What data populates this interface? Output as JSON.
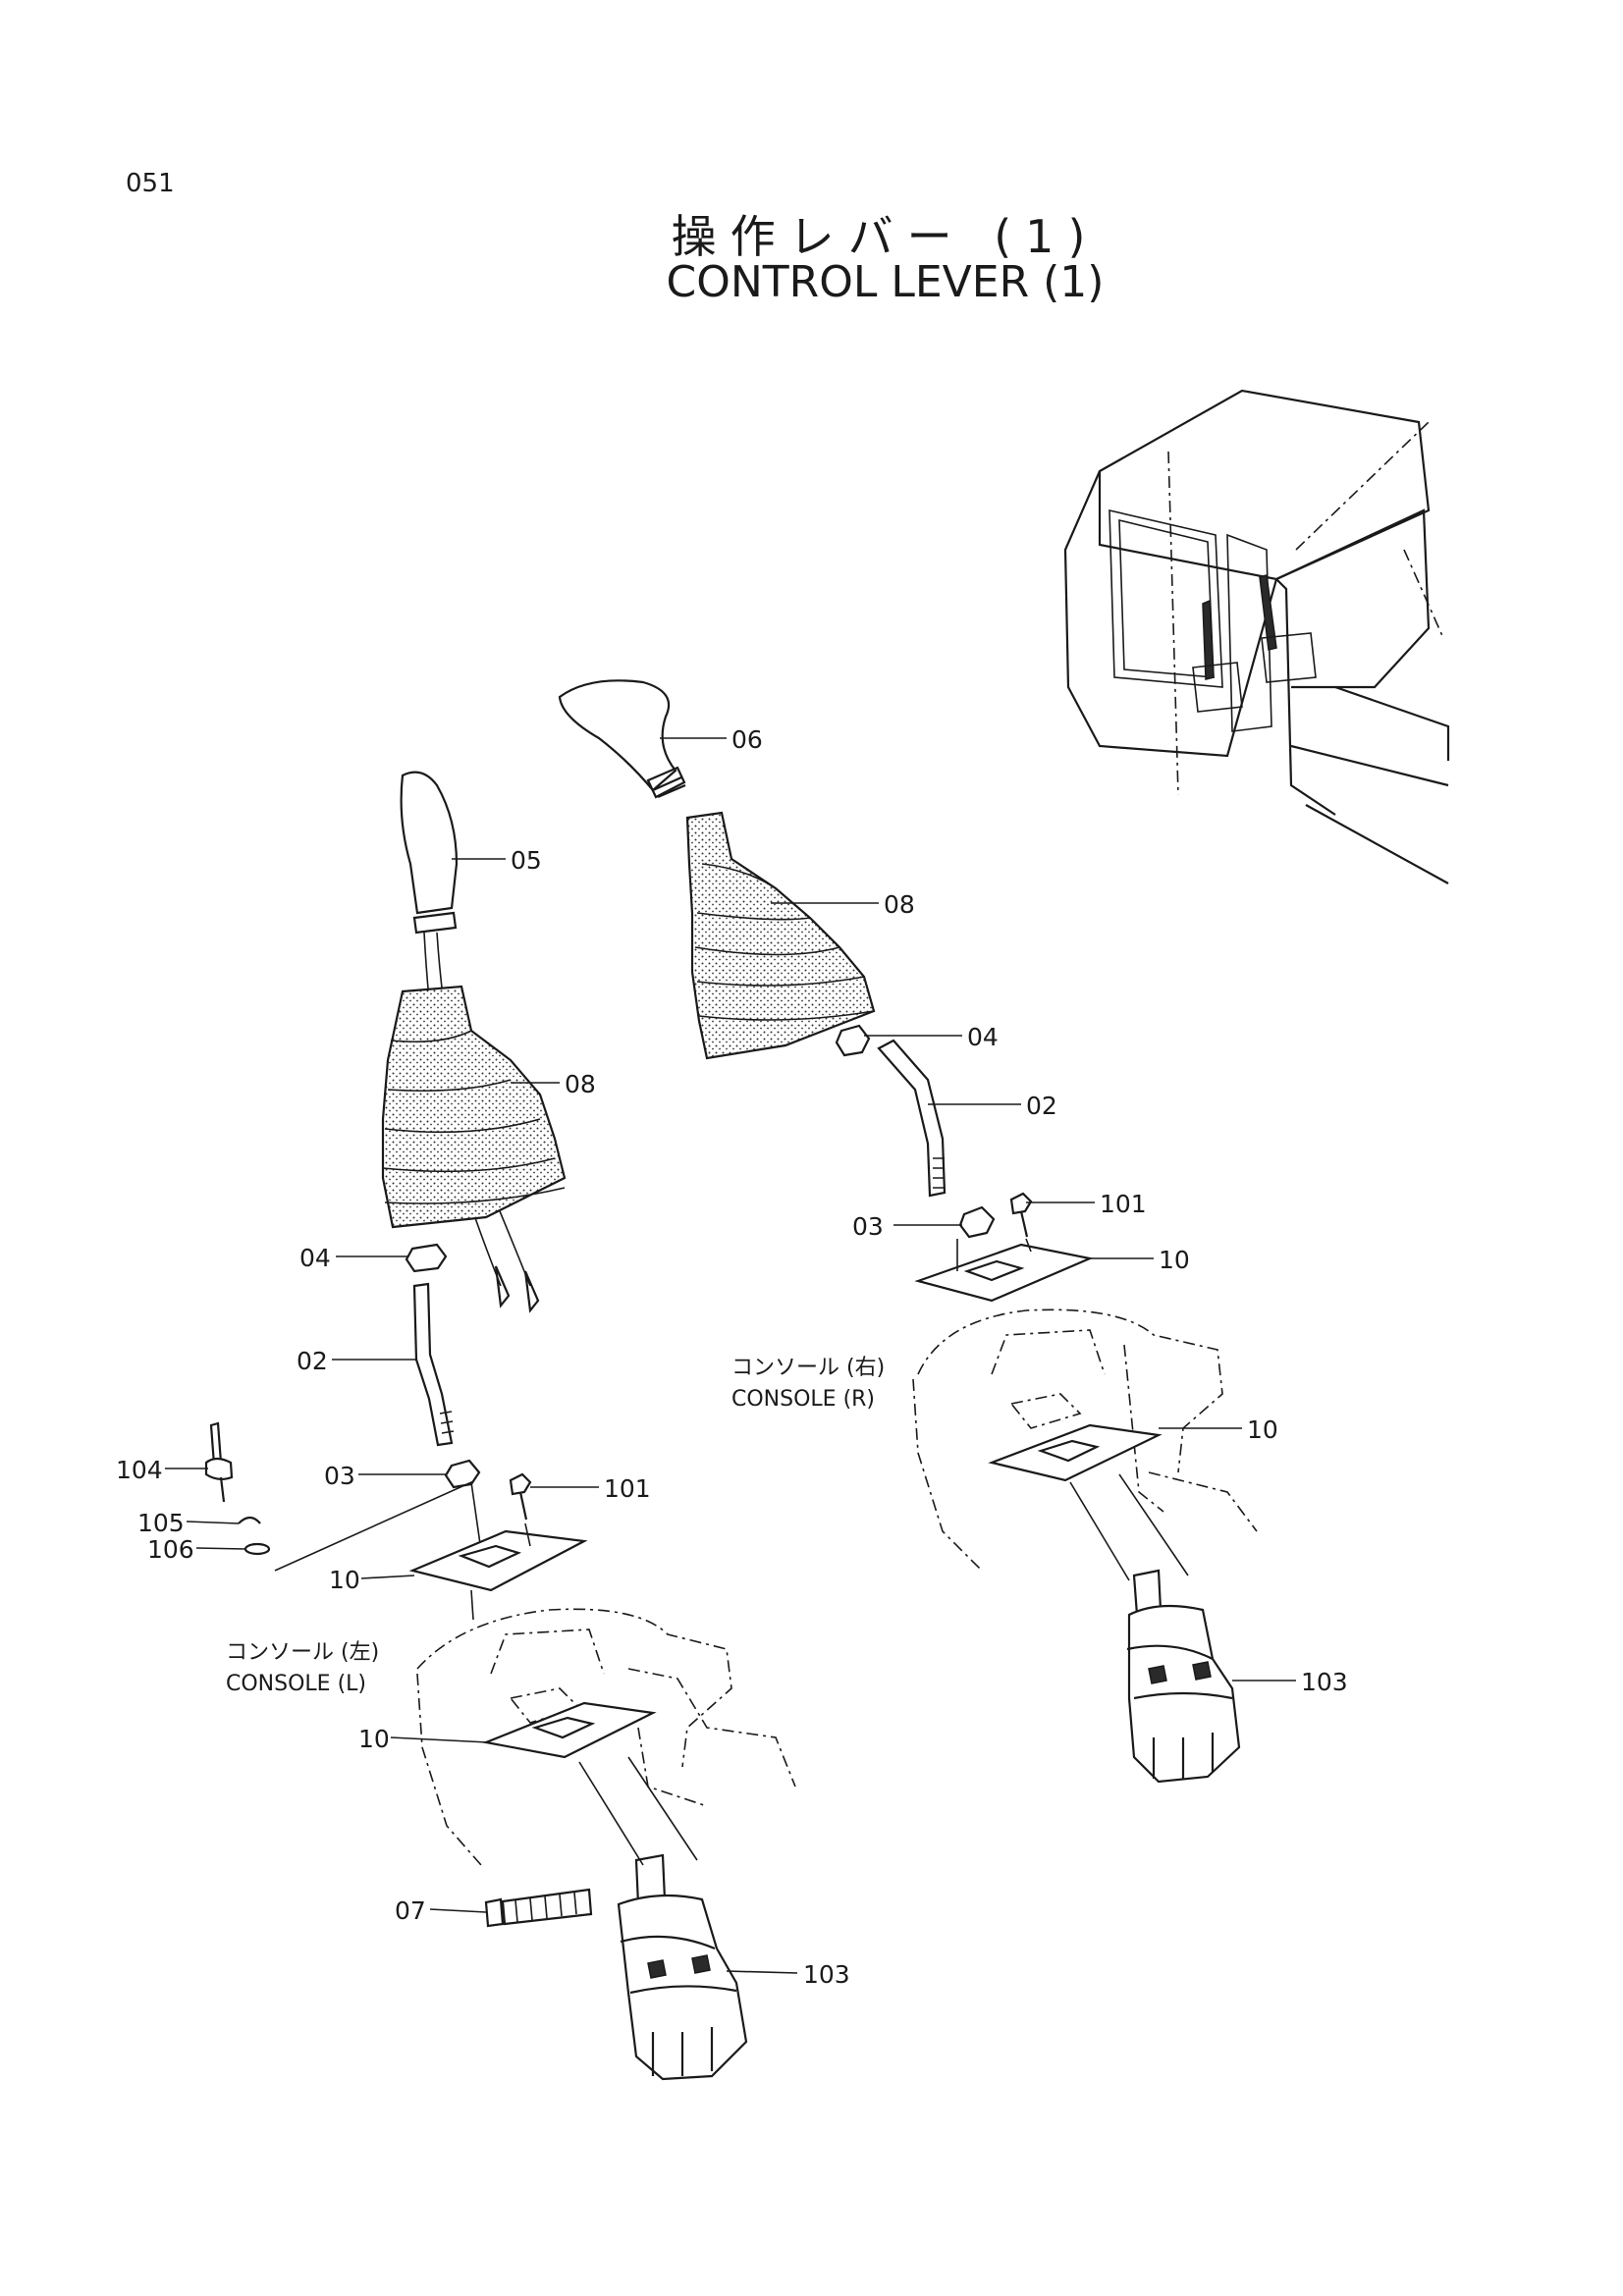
{
  "page_number": "051",
  "title": {
    "jp": "操作レバー (1)",
    "en": "CONTROL LEVER (1)"
  },
  "consoles": {
    "left": {
      "jp": "コンソール (左)",
      "en": "CONSOLE (L)"
    },
    "right": {
      "jp": "コンソール (右)",
      "en": "CONSOLE (R)"
    }
  },
  "callouts": {
    "l_05": "05",
    "l_08": "08",
    "l_04": "04",
    "l_02": "02",
    "l_03": "03",
    "l_101": "101",
    "l_104": "104",
    "l_105": "105",
    "l_106": "106",
    "l_10a": "10",
    "l_10b": "10",
    "l_07": "07",
    "l_103": "103",
    "r_06": "06",
    "r_08": "08",
    "r_04": "04",
    "r_02": "02",
    "r_03": "03",
    "r_101": "101",
    "r_10a": "10",
    "r_10b": "10",
    "r_103": "103"
  }
}
